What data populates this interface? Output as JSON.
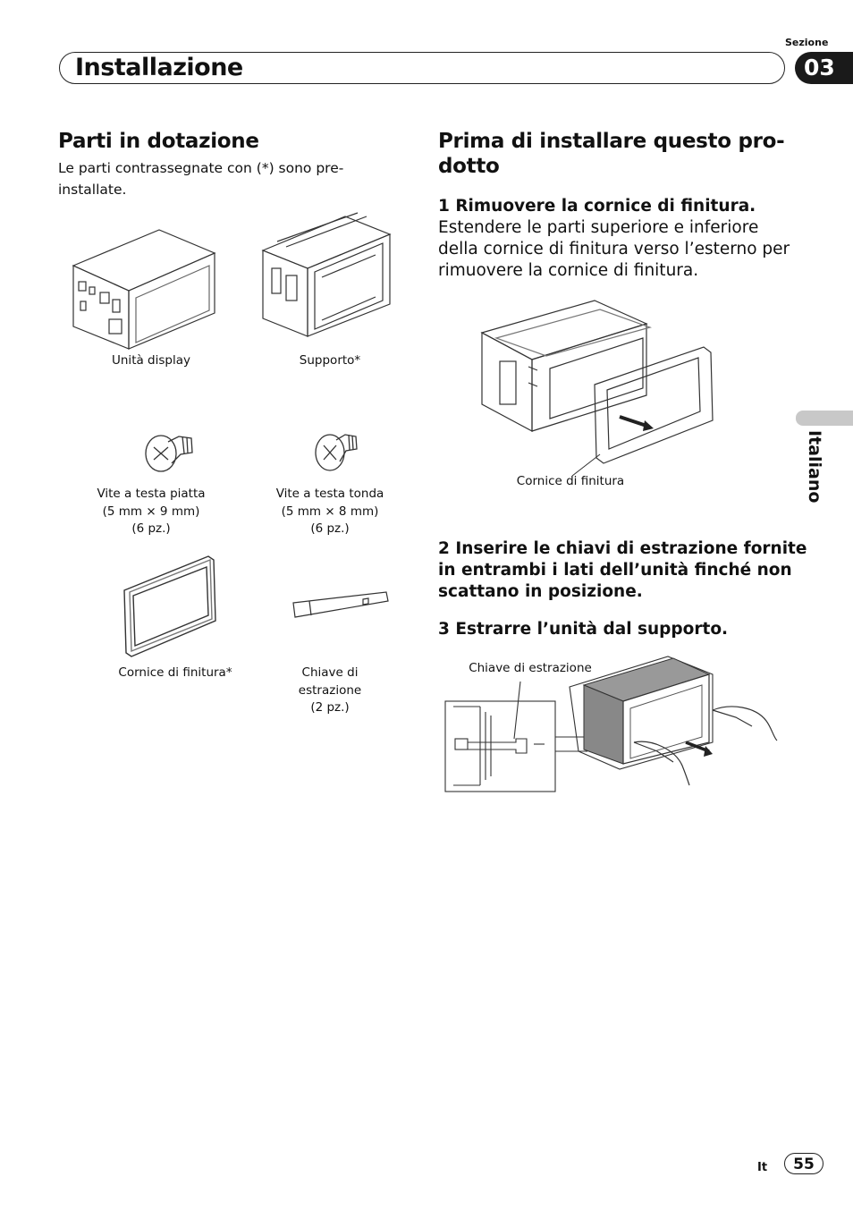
{
  "header": {
    "section_label": "Sezione",
    "section_number": "03",
    "title": "Installazione",
    "side_language": "Italiano"
  },
  "left": {
    "heading": "Parti in dotazione",
    "intro_line1": "Le parti contrassegnate con (*) sono pre-",
    "intro_line2": "installate.",
    "parts": [
      {
        "icon": "display-unit-icon",
        "lines": [
          "Unità display"
        ]
      },
      {
        "icon": "mounting-sleeve-icon",
        "lines": [
          "Supporto*"
        ]
      },
      {
        "icon": "flat-head-screw-icon",
        "lines": [
          "Vite a testa piatta",
          "(5 mm × 9 mm)",
          "(6 pz.)"
        ]
      },
      {
        "icon": "round-head-screw-icon",
        "lines": [
          "Vite a testa tonda",
          "(5 mm × 8 mm)",
          "(6 pz.)"
        ]
      },
      {
        "icon": "trim-ring-icon",
        "lines": [
          "Cornice di finitura*"
        ]
      },
      {
        "icon": "extraction-key-icon",
        "lines": [
          "Chiave di",
          "estrazione",
          "(2 pz.)"
        ]
      }
    ]
  },
  "right": {
    "heading_line1": "Prima di installare questo pro-",
    "heading_line2": "dotto",
    "step1_title": "1   Rimuovere la cornice di finitura.",
    "step1_body": [
      "Estendere le parti superiore e inferiore",
      "della cornice di finitura verso l’esterno per",
      "rimuovere la cornice di finitura."
    ],
    "figure1_label": "Cornice di finitura",
    "step2_title": [
      "2   Inserire le chiavi di estrazione fornite",
      "in entrambi i lati dell’unità finché non",
      "scattano in posizione."
    ],
    "step3_title": "3   Estrarre l’unità dal supporto.",
    "figure2_label": "Chiave di estrazione"
  },
  "footer": {
    "lang_code": "It",
    "page_number": "55"
  }
}
